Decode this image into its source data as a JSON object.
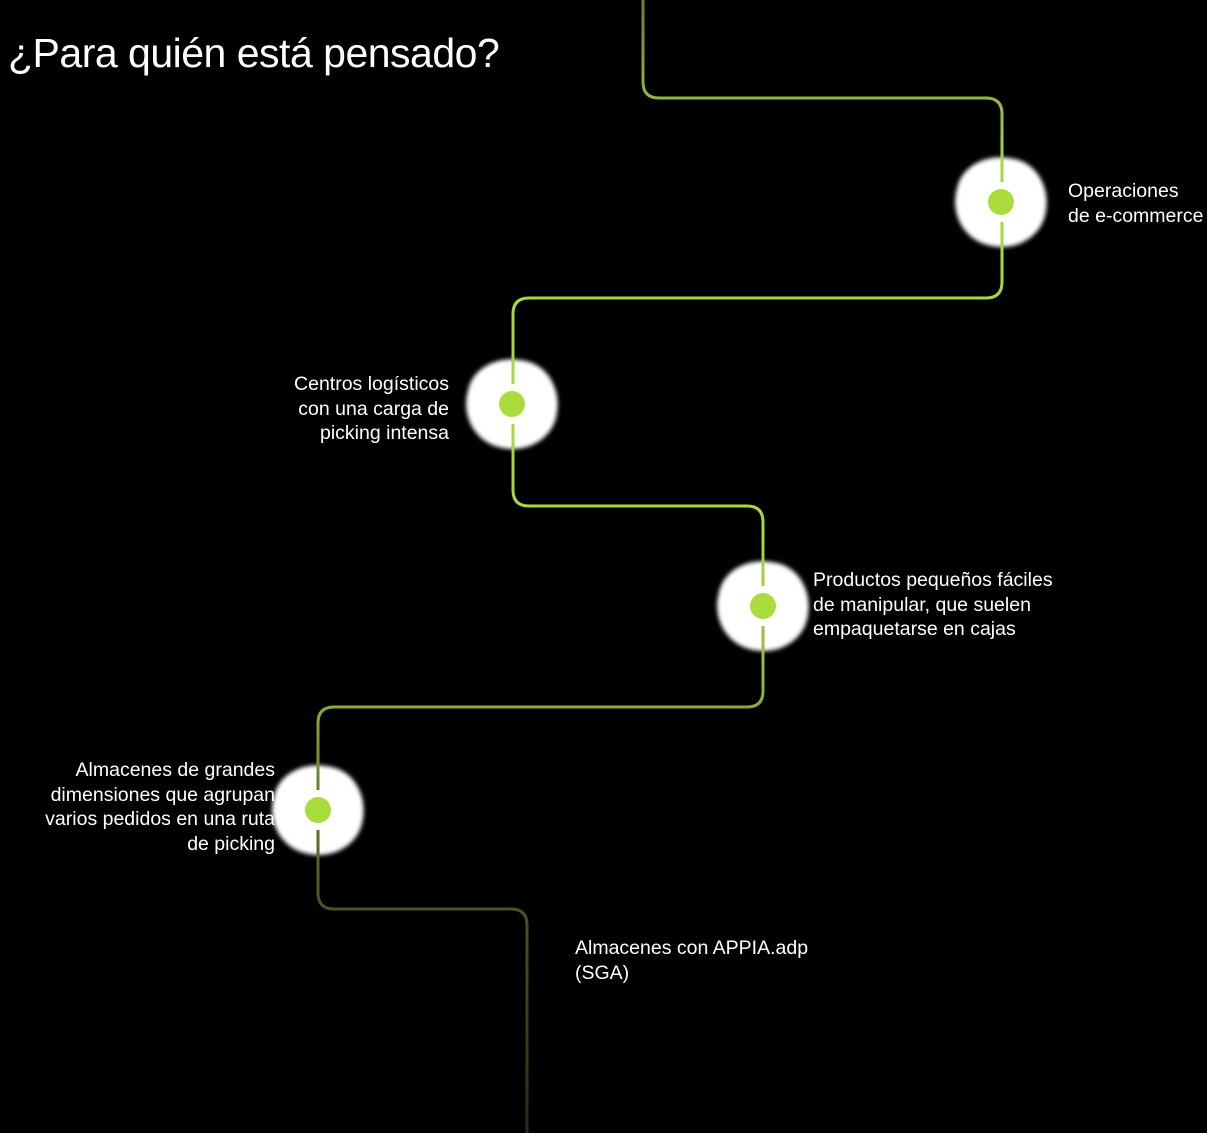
{
  "title": "¿Para quién está pensado?",
  "nodes": [
    {
      "label": "Operaciones\nde e-commerce"
    },
    {
      "label": "Centros logísticos\ncon una carga de\npicking intensa"
    },
    {
      "label": "Productos pequeños fáciles\nde manipular, que suelen\nempaquetarse en cajas"
    },
    {
      "label": "Almacenes de grandes\ndimensiones que agrupan\nvarios pedidos en una ruta\nde picking"
    },
    {
      "label": "Almacenes con APPIA.adp\n(SGA)"
    }
  ],
  "colors": {
    "background": "#000000",
    "text": "#ffffff",
    "line_top": "#678033",
    "line_bright": "#a9d73f",
    "line_bottom": "#262e13",
    "node_blob": "#ffffff",
    "node_ring": "#d4eca5",
    "node_dot": "#abdc3d"
  }
}
